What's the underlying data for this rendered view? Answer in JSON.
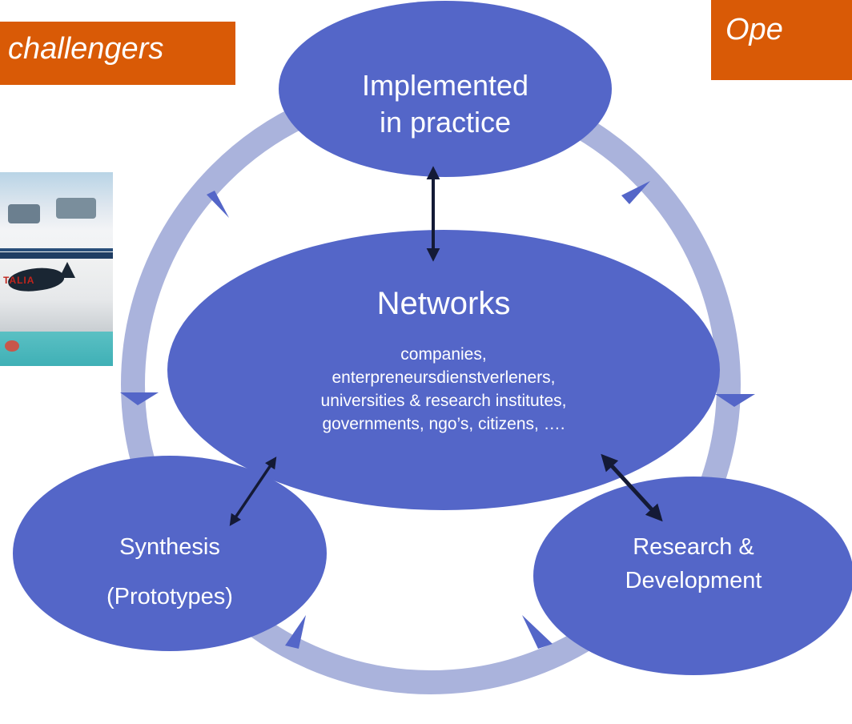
{
  "tags": {
    "left": "challengers",
    "right": "Ope"
  },
  "nodes": {
    "top": {
      "line1": "Implemented",
      "line2": "in practice"
    },
    "center": {
      "title": "Networks",
      "lines": [
        "companies,",
        "enterpreneursdienstverleners,",
        "universities & research institutes,",
        "governments, ngo’s, citizens, …."
      ]
    },
    "left": {
      "line1": "Synthesis",
      "line2": "(Prototypes)"
    },
    "right": {
      "line1": "Research &",
      "line2": "Development"
    }
  },
  "photo": {
    "hull_text": "TALIA"
  },
  "colors": {
    "node_fill": "#5466c8",
    "cycle_ring": "#aab3dc",
    "cycle_arrow": "#5466c8",
    "tag_fill": "#d95a06",
    "link_arrow": "#141a36"
  }
}
